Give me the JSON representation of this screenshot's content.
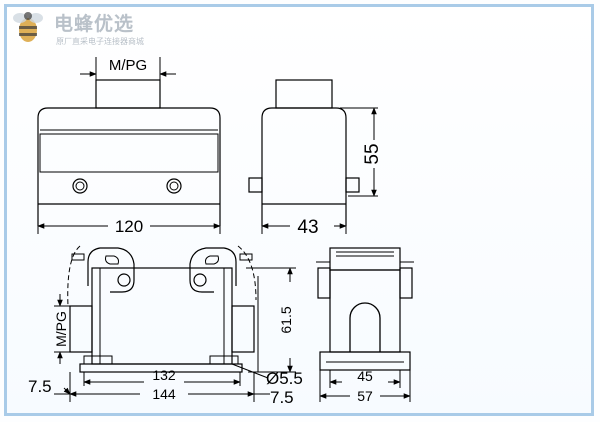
{
  "brand": {
    "name": "电蜂优选",
    "slogan": "原厂直采电子连接器商城"
  },
  "colors": {
    "line": "#000000",
    "frame": "#a9cbe8",
    "watermark": "#b9c1c9"
  },
  "dimensions": {
    "cable_entry_top": "M/PG",
    "width_top": "120",
    "depth_side": "43",
    "height_side": "55",
    "height_front": "61.5",
    "cable_entry_front": "M/PG",
    "mount_spacing": "132",
    "overall_width": "144",
    "hole_diameter": "Ø5.5",
    "left_offset": "7.5",
    "right_offset": "7.5",
    "inner_width_side": "45",
    "overall_width_side": "57"
  }
}
